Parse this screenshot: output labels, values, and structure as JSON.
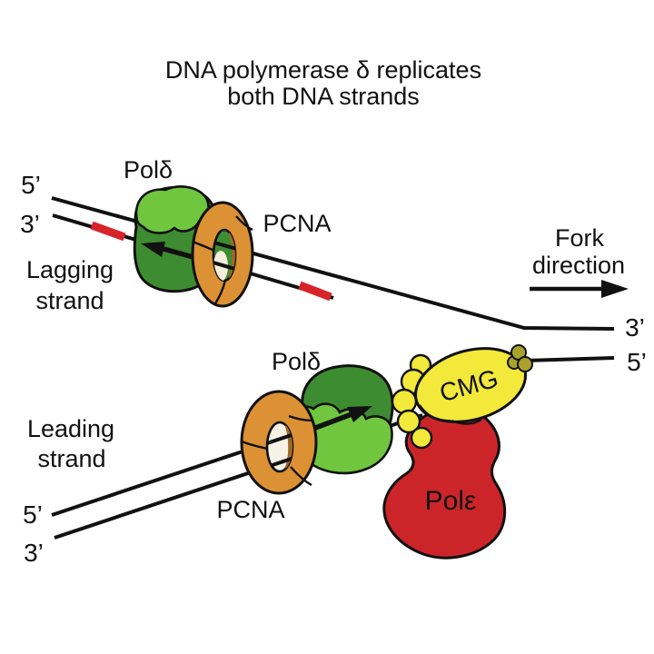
{
  "title": {
    "line1": "DNA polymerase δ replicates",
    "line2": "both DNA strands"
  },
  "lagging_unit": {
    "pol_delta": "Polδ",
    "pcna": "PCNA",
    "five_prime": "5’",
    "three_prime": "3’",
    "strand_label_line1": "Lagging",
    "strand_label_line2": "strand"
  },
  "fork": {
    "line1": "Fork",
    "line2": "direction",
    "three_prime_right": "3’",
    "five_prime_right": "5’"
  },
  "leading_unit": {
    "pol_delta": "Polδ",
    "pcna": "PCNA",
    "five_prime": "5’",
    "three_prime": "3’",
    "strand_label_line1": "Leading",
    "strand_label_line2": "strand",
    "cmg": "CMG",
    "pol_epsilon": "Polε"
  },
  "colors": {
    "dark_green": "#3e8c31",
    "light_green": "#70c63e",
    "orange": "#dc9134",
    "orange_inner": "#9c6a26",
    "yellow": "#f2e93a",
    "olive": "#a9a22b",
    "red": "#cc2529",
    "primer_red": "#d8232b",
    "line": "#111111",
    "pol_epsilon_text": "#571012"
  }
}
